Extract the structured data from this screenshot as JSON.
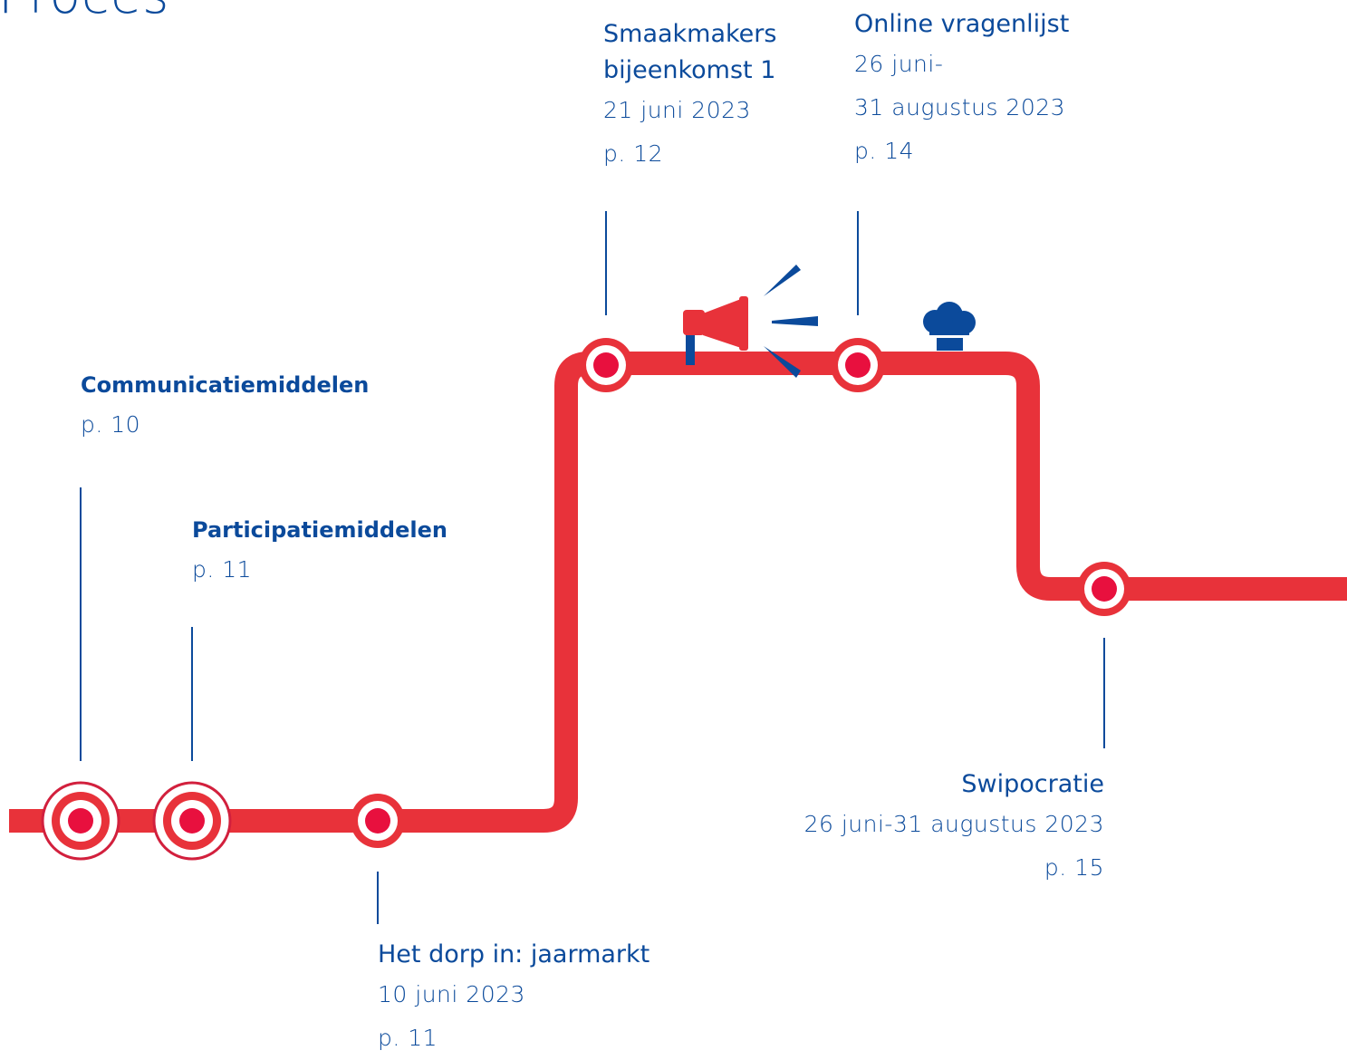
{
  "page": {
    "title": "Proces"
  },
  "colors": {
    "route": "#e8323a",
    "route_ring_dark": "#d2203d",
    "text": "#0b4a9b",
    "white": "#ffffff"
  },
  "icons": {
    "megaphone": "megaphone-icon",
    "chef_hat": "chef-hat-icon"
  },
  "milestones": [
    {
      "title": "Communicatiemiddelen",
      "lines": [
        "p. 10"
      ],
      "bold": true
    },
    {
      "title": "Participatiemiddelen",
      "lines": [
        "p. 11"
      ],
      "bold": true
    },
    {
      "title": "Het dorp in: jaarmarkt",
      "lines": [
        "10 juni 2023",
        "p. 11"
      ],
      "bold": false
    },
    {
      "title_lines": [
        "Smaakmakers",
        "bijeenkomst 1"
      ],
      "lines": [
        "21 juni 2023",
        "p. 12"
      ],
      "bold": false
    },
    {
      "title": "Online vragenlijst",
      "lines": [
        "26 juni-",
        "31 augustus 2023",
        "p. 14"
      ],
      "bold": false
    },
    {
      "title": "Swipocratie",
      "lines": [
        "26 juni-31  augustus 2023",
        "p. 15"
      ],
      "bold": false
    }
  ]
}
